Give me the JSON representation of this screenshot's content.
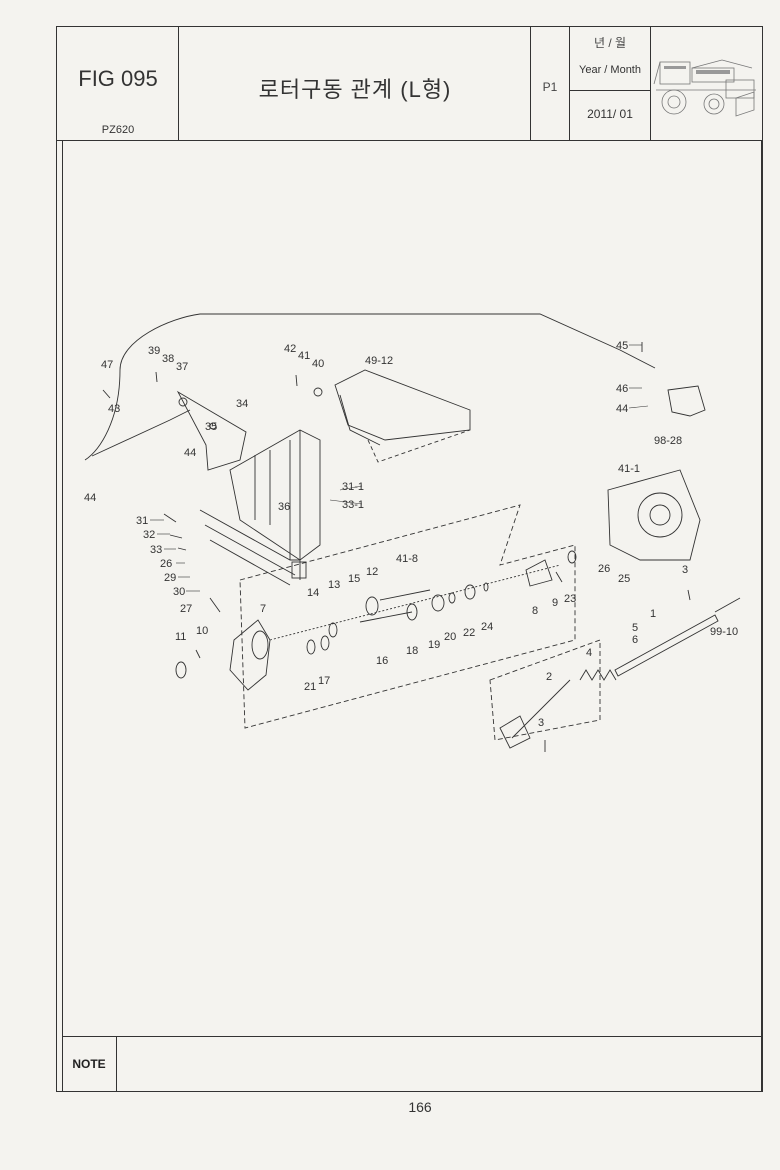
{
  "header": {
    "fig_label": "FIG 095",
    "model": "PZ620",
    "title": "로터구동 관계 (L형)",
    "page_code": "P1",
    "year_month_ko": "년 / 월",
    "year_month_en": "Year / Month",
    "date": "2011/ 01"
  },
  "note": {
    "label": "NOTE"
  },
  "page_number": "166",
  "callouts": [
    "47",
    "39",
    "38",
    "37",
    "43",
    "44",
    "34",
    "35",
    "44",
    "42",
    "41",
    "40",
    "49-12",
    "45",
    "46",
    "44",
    "98-28",
    "31-1",
    "33-1",
    "36",
    "41-1",
    "31",
    "32",
    "33",
    "26",
    "29",
    "30",
    "27",
    "11",
    "10",
    "7",
    "14",
    "13",
    "15",
    "12",
    "41-8",
    "16",
    "18",
    "19",
    "20",
    "22",
    "24",
    "21",
    "17",
    "8",
    "9",
    "23",
    "26",
    "25",
    "3",
    "99-10",
    "1",
    "5",
    "6",
    "4",
    "2",
    "3"
  ]
}
